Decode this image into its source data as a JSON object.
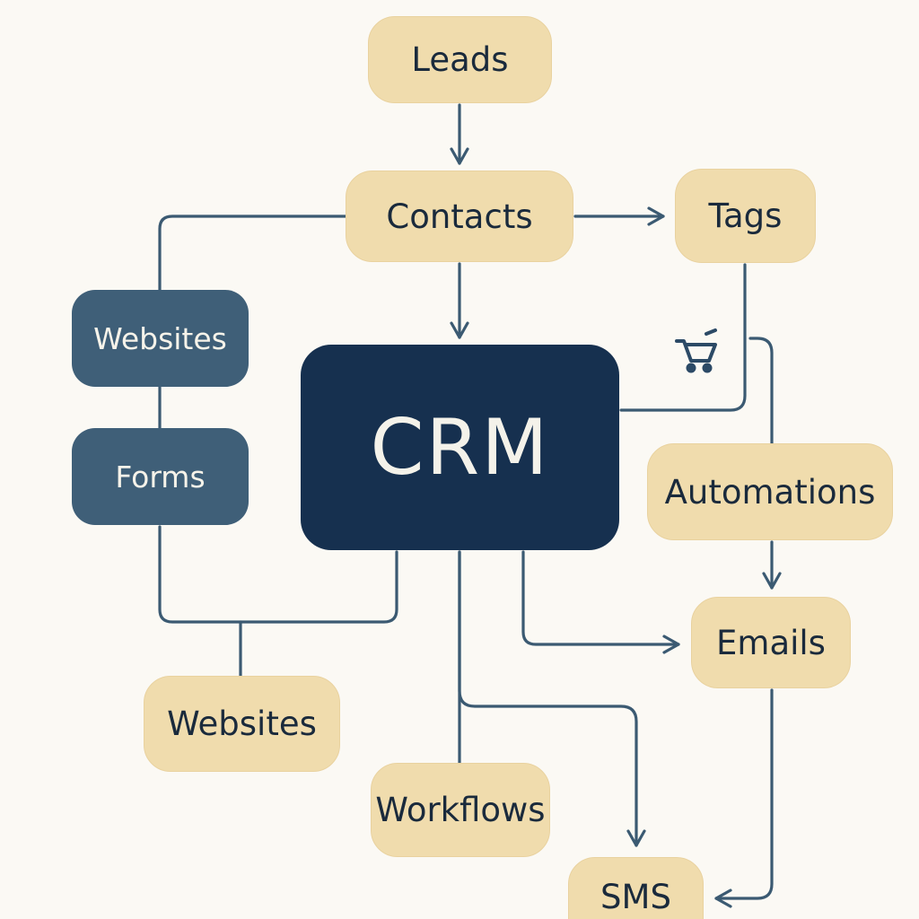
{
  "diagram": {
    "nodes": {
      "leads": "Leads",
      "contacts": "Contacts",
      "tags": "Tags",
      "websites_left": "Websites",
      "forms": "Forms",
      "crm": "CRM",
      "automations": "Automations",
      "emails": "Emails",
      "websites_bottom": "Websites",
      "workflows": "Workflows",
      "sms": "SMS"
    },
    "icons": {
      "cart": "shopping-cart-icon"
    },
    "colors": {
      "background": "#fbf9f4",
      "tan_node": "#f0dcad",
      "slate_node": "#3f5f78",
      "core_node": "#16304f",
      "connector": "#3b5a72",
      "dark_text": "#1a2a3c",
      "light_text": "#f6f3ea"
    }
  }
}
